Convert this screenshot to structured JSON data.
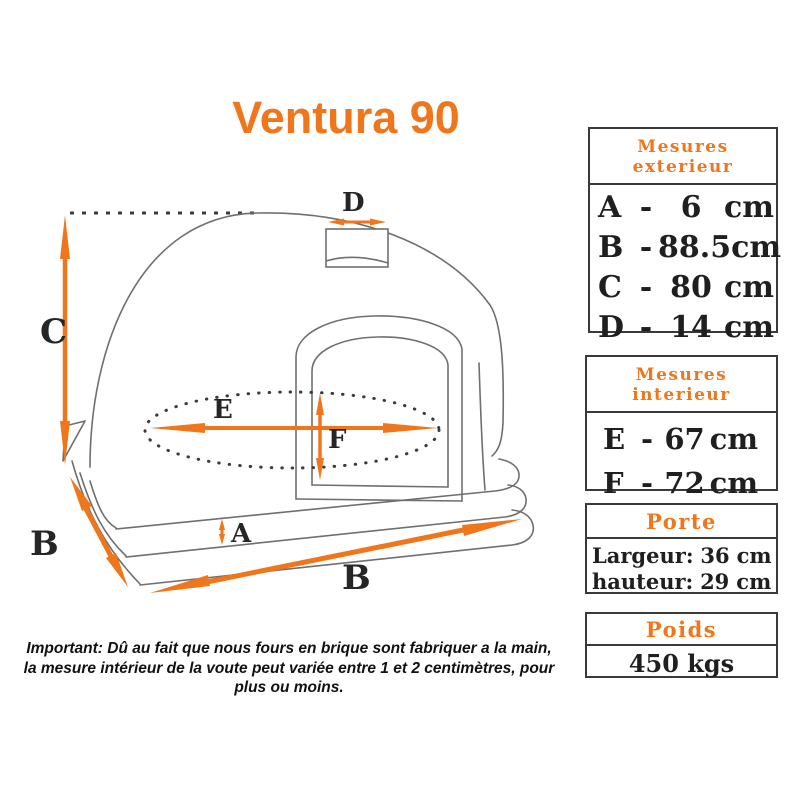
{
  "title": "Ventura 90",
  "colors": {
    "accent": "#F0761B",
    "line": "#6f6f6f",
    "text": "#1f1f1f"
  },
  "diagram": {
    "description": "Perspective line drawing of a brick pizza oven with dome, chimney, arched door, dotted interior floor ellipse and base slab, annotated with orange dimension arrows",
    "dim_labels": {
      "A": "A",
      "B_left": "B",
      "B_bottom": "B",
      "C": "C",
      "D": "D",
      "E": "E",
      "F": "F"
    }
  },
  "panels": [
    {
      "id": "exterior",
      "header": "Mesures exterieur",
      "rows": [
        {
          "label": "A",
          "sep": "-",
          "value": "6",
          "unit": "cm"
        },
        {
          "label": "B",
          "sep": "-",
          "value": "88.5",
          "unit": "cm"
        },
        {
          "label": "C",
          "sep": "-",
          "value": "80",
          "unit": "cm"
        },
        {
          "label": "D",
          "sep": "-",
          "value": "14",
          "unit": "cm"
        }
      ]
    },
    {
      "id": "interior",
      "header": "Mesures interieur",
      "rows": [
        {
          "label": "E",
          "sep": "-",
          "value": "67",
          "unit": "cm"
        },
        {
          "label": "F",
          "sep": "-",
          "value": "72",
          "unit": "cm"
        }
      ]
    },
    {
      "id": "porte",
      "header": "Porte",
      "rows": [
        {
          "label": "Largeur:",
          "value": "36",
          "unit": "cm"
        },
        {
          "label": "hauteur:",
          "value": "29",
          "unit": "cm"
        }
      ]
    },
    {
      "id": "poids",
      "header": "Poids",
      "rows": [
        {
          "value": "450 kgs"
        }
      ]
    }
  ],
  "note": {
    "line1": "Important: Dû au fait que nous fours en brique sont fabriquer a la main,",
    "line2": "la mesure intérieur de la voute peut variée entre 1 et 2 centimètres, pour plus ou moins."
  }
}
